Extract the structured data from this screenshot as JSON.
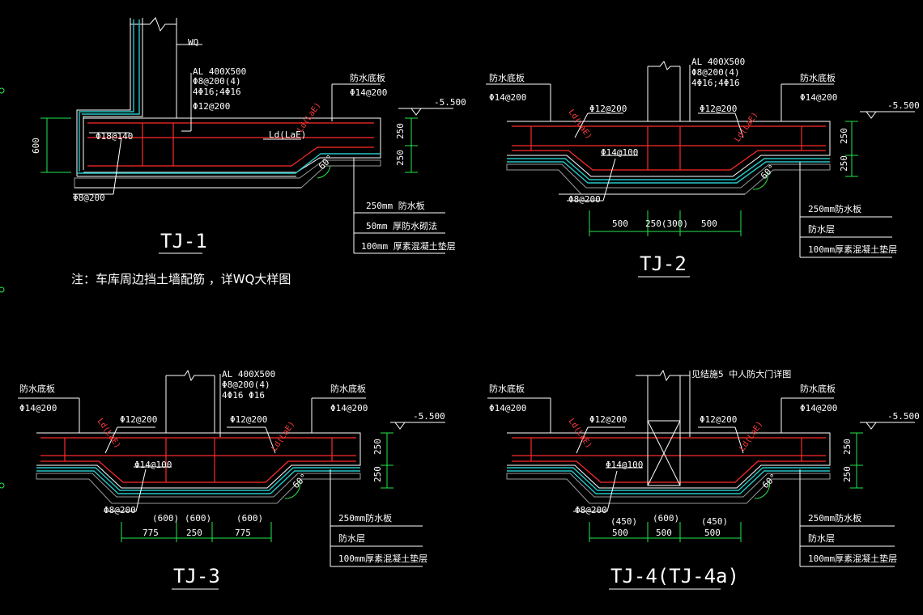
{
  "colors": {
    "background": "#000000",
    "line": "#ffffff",
    "rebar": "#ff2a2a",
    "dimension": "#22e84a",
    "membrane": "#27c6c6"
  },
  "note": "注：车库周边挡土墙配筋    ，详WQ大样图",
  "elev": "-5.500",
  "tj1": {
    "title": "TJ-1",
    "wall": "WQ",
    "beam": [
      "AL 400X500",
      "Φ8@200(4)",
      "4Φ16;4Φ16"
    ],
    "top_bar": "Φ12@200",
    "lbl_slab": "防水底板",
    "slab_bar": "Φ14@200",
    "side_bar": "Φ18@140",
    "bot_bar": "Φ8@200",
    "ld": "Ld(LaE)",
    "ld2": "Ld(LaE)",
    "angle": "60°",
    "h": "600",
    "d1": "250",
    "d2": "250",
    "layers": [
      "250mm  防水板",
      "50mm  厚防水砌法",
      "100mm  厚素混凝土垫层"
    ]
  },
  "tj2": {
    "title": "TJ-2",
    "beam": [
      "AL 400X500",
      "Φ8@200(4)",
      "4Φ16;4Φ16"
    ],
    "lbl_slab_l": "防水底板",
    "slab_bar_l": "Φ14@200",
    "lbl_slab_r": "防水底板",
    "slab_bar_r": "Φ14@200",
    "bar_l": "Φ12@200",
    "bar_r": "Φ12@200",
    "mid_bar": "Φ14@100",
    "bot_bar": "Φ8@200",
    "ld_l": "Ld(LaE)",
    "ld_r": "Ld(LaE)",
    "angle": "60°",
    "d1": "250",
    "d2": "250",
    "dims": [
      "500",
      "250(300)",
      "500"
    ],
    "layers": [
      "250mm防水板",
      "防水层",
      "100mm厚素混凝土垫层"
    ]
  },
  "tj3": {
    "title": "TJ-3",
    "beam": [
      "AL 400X500",
      "Φ8@200(4)",
      "4Φ16 Φ16"
    ],
    "lbl_slab_l": "防水底板",
    "slab_bar_l": "Φ14@200",
    "lbl_slab_r": "防水底板",
    "slab_bar_r": "Φ14@200",
    "bar_l": "Φ12@200",
    "bar_r": "Φ12@200",
    "mid_bar": "Φ14@100",
    "bot_bar": "Φ8@200",
    "ld_l": "Ld(LaE)",
    "ld_r": "Ld(LaE)",
    "angle": "60°",
    "d1": "250",
    "d2": "250",
    "dims_alt": [
      "(600)",
      "(600)",
      "(600)"
    ],
    "dims": [
      "775",
      "250",
      "775"
    ],
    "layers": [
      "250mm防水板",
      "防水层",
      "100mm厚素混凝土垫层"
    ]
  },
  "tj4": {
    "title": "TJ-4(TJ-4a)",
    "see": "见结施5 中人防大门详图",
    "lbl_slab_l": "防水底板",
    "slab_bar_l": "Φ14@200",
    "lbl_slab_r": "防水底板",
    "slab_bar_r": "Φ14@200",
    "bar_l": "Φ12@200",
    "bar_r": "Φ12@200",
    "mid_bar": "Φ14@100",
    "bot_bar": "Φ8@200",
    "ld_l": "Ld(LaE)",
    "ld_r": "Ld(LaE)",
    "angle": "60°",
    "d1": "250",
    "d2": "250",
    "dims_alt": [
      "(450)",
      "(600)",
      "(450)"
    ],
    "dims": [
      "500",
      "500",
      "500"
    ],
    "layers": [
      "250mm防水板",
      "防水层",
      "100mm厚素混凝土垫层"
    ]
  }
}
